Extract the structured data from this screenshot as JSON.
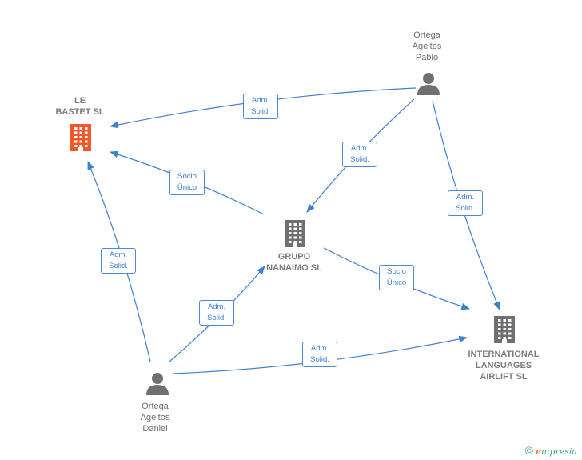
{
  "colors": {
    "edge": "#3e7fd1",
    "node_gray": "#707070",
    "node_highlight": "#f05a2a",
    "brand": "#3a9a8c"
  },
  "nodes": {
    "le_bastet": {
      "label": "LE\nBASTET  SL",
      "icon": "building-icon",
      "highlight": true
    },
    "grupo_nanaimo": {
      "label": "GRUPO\nNANAIMO  SL",
      "icon": "building-icon"
    },
    "international": {
      "label": "INTERNATIONAL\nLANGUAGES\nAIRLIFT SL",
      "icon": "building-icon"
    },
    "pablo": {
      "label": "Ortega\nAgeitos\nPablo",
      "icon": "person-icon"
    },
    "daniel": {
      "label": "Ortega\nAgeitos\nDaniel",
      "icon": "person-icon"
    }
  },
  "edges": [
    {
      "from": "pablo",
      "to": "le_bastet",
      "label": "Adm.\nSolid."
    },
    {
      "from": "pablo",
      "to": "grupo_nanaimo",
      "label": "Adm.\nSolid."
    },
    {
      "from": "pablo",
      "to": "international",
      "label": "Adm.\nSolid."
    },
    {
      "from": "grupo_nanaimo",
      "to": "le_bastet",
      "label": "Socio\nÚnico"
    },
    {
      "from": "grupo_nanaimo",
      "to": "international",
      "label": "Socio\nÚnico"
    },
    {
      "from": "daniel",
      "to": "le_bastet",
      "label": "Adm.\nSolid."
    },
    {
      "from": "daniel",
      "to": "grupo_nanaimo",
      "label": "Adm.\nSolid."
    },
    {
      "from": "daniel",
      "to": "international",
      "label": "Adm.\nSolid."
    }
  ],
  "footer": {
    "copyright": "©",
    "brand_initial": "e",
    "brand_rest": "mpresia"
  }
}
